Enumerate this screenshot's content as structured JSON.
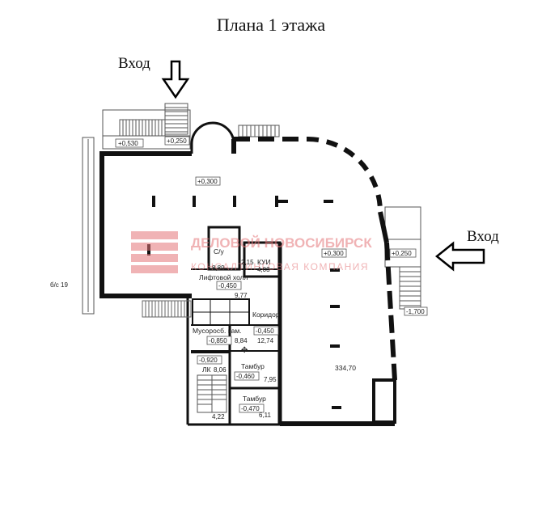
{
  "title": "Плана 1 этажа",
  "entrances": [
    {
      "label": "Вход"
    },
    {
      "label": "Вход"
    }
  ],
  "watermark": {
    "line1": "ДЕЛОВОЙ НОВОСИБИРСК",
    "line2": "КОНСАЛТИНГОВАЯ КОМПАНИЯ",
    "color": "#e4767a"
  },
  "levels": {
    "porch_left_a": "+0,530",
    "porch_left_b": "+0,250",
    "hall": "+0,300",
    "hall_right": "+0,300",
    "porch_right": "+0,250",
    "outside_right": "-1,700",
    "lift_hall": "-0,450",
    "garbage": "-0,850",
    "corridor": "-0,450",
    "stair": "-0,920",
    "tambur1": "-0,460",
    "tambur2": "-0,470"
  },
  "rooms": {
    "wc": "С/у",
    "kui": "КУИ",
    "lift_hall": "Лифтовой холл",
    "garbage": "Мусоросб. кам.",
    "corridor": "Коридор",
    "stair": "ЛК",
    "tambur1": "Тамбур",
    "tambur2": "Тамбур"
  },
  "areas": {
    "wc": "8,89",
    "small1": "2,15",
    "kui": "4,03",
    "lift_hall": "9,77",
    "garbage": "8,84",
    "corridor": "12,74",
    "stair": "8,06",
    "tambur1": "7,95",
    "tambur2": "6,11",
    "stair_bottom": "4,22",
    "main": "334,70"
  },
  "misc": {
    "left_note": "б/с 19"
  }
}
